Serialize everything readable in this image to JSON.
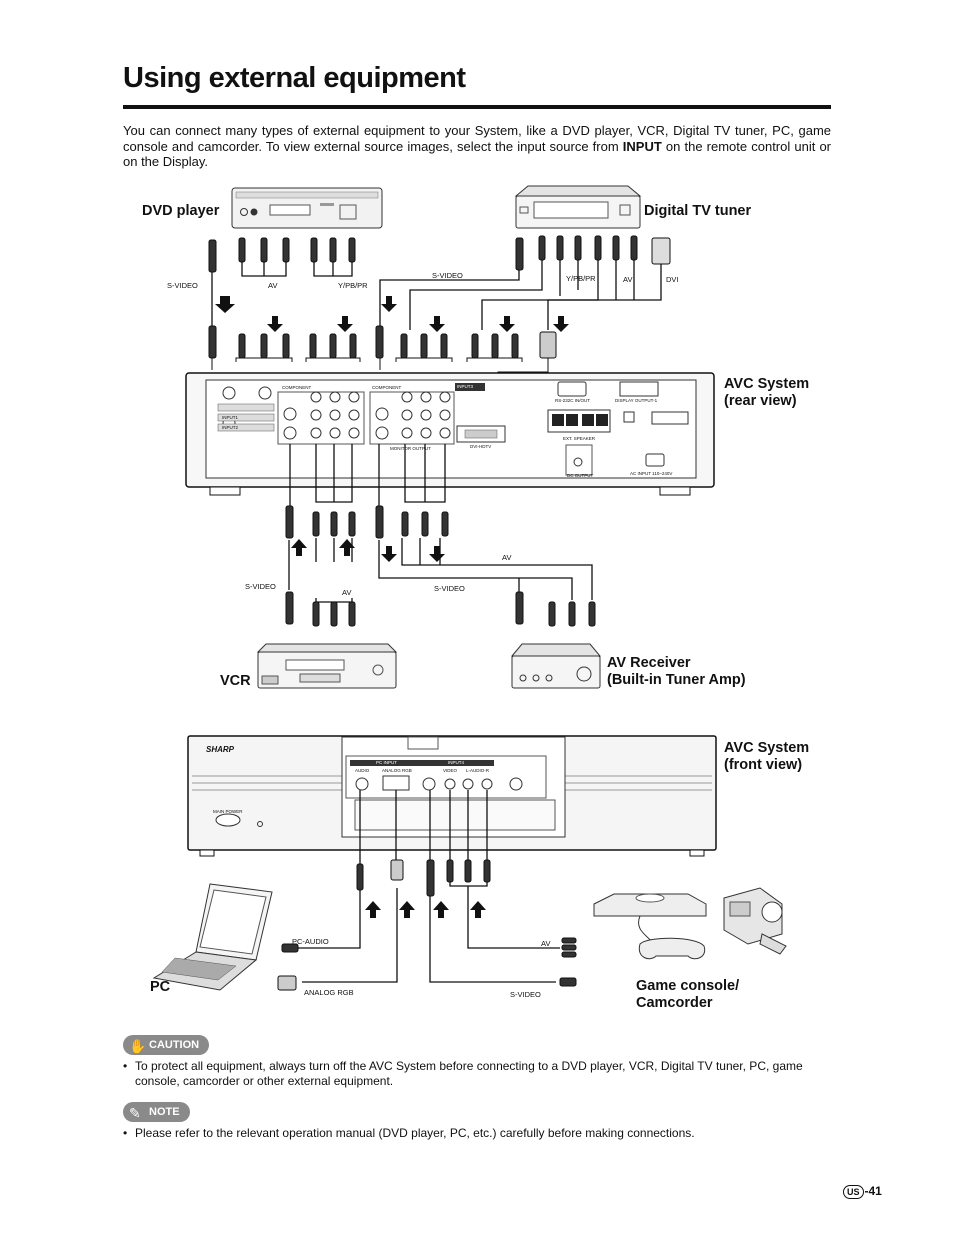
{
  "title": "Using external equipment",
  "intro": {
    "part1": "You can connect many types of external equipment to your System, like a DVD player, VCR, Digital TV tuner, PC, game console and camcorder. To view external source images, select the input source from ",
    "bold": "INPUT",
    "part2": " on the remote control unit or on the Display."
  },
  "devices": {
    "dvd_player": "DVD player",
    "digital_tv_tuner": "Digital TV tuner",
    "avc_rear": "AVC System\n(rear view)",
    "vcr": "VCR",
    "av_receiver": "AV Receiver\n(Built-in Tuner Amp)",
    "avc_front": "AVC System\n(front view)",
    "pc": "PC",
    "game_console": "Game console/\nCamcorder"
  },
  "cable_labels": {
    "s_video": "S-VIDEO",
    "av": "AV",
    "ypbpr": "Y/PB/PR",
    "dvi": "DVI",
    "pc_audio": "PC-AUDIO",
    "analog_rgb": "ANALOG RGB"
  },
  "panel_labels": {
    "component": "COMPONENT",
    "input1": "INPUT1",
    "input2": "INPUT2",
    "input3": "INPUT3",
    "monitor_output": "MONITOR OUTPUT",
    "dvi_hdtv": "DVI-HDTV",
    "rs232c": "RS-232C IN/OUT",
    "display_output": "DISPLAY OUTPUT-1",
    "ext_speaker": "EXT. SPEAKER",
    "dc_output": "DC OUTPUT",
    "ac_input": "AC INPUT 110–240V",
    "pc_input": "PC INPUT",
    "input4": "INPUT4",
    "audio": "AUDIO",
    "analog_rgb_port": "ANALOG RGB",
    "video": "VIDEO",
    "audio_lr": "L-AUDIO-R",
    "main_power": "MAIN POWER",
    "brand": "SHARP"
  },
  "caution": {
    "label": "CAUTION",
    "text": "To protect all equipment, always turn off the AVC System before connecting to a DVD player, VCR, Digital TV tuner, PC, game console, camcorder or other external equipment."
  },
  "note": {
    "label": "NOTE",
    "text": "Please refer to the relevant operation manual (DVD player, PC, etc.) carefully before making connections."
  },
  "page": {
    "region": "US",
    "number": "-41"
  }
}
